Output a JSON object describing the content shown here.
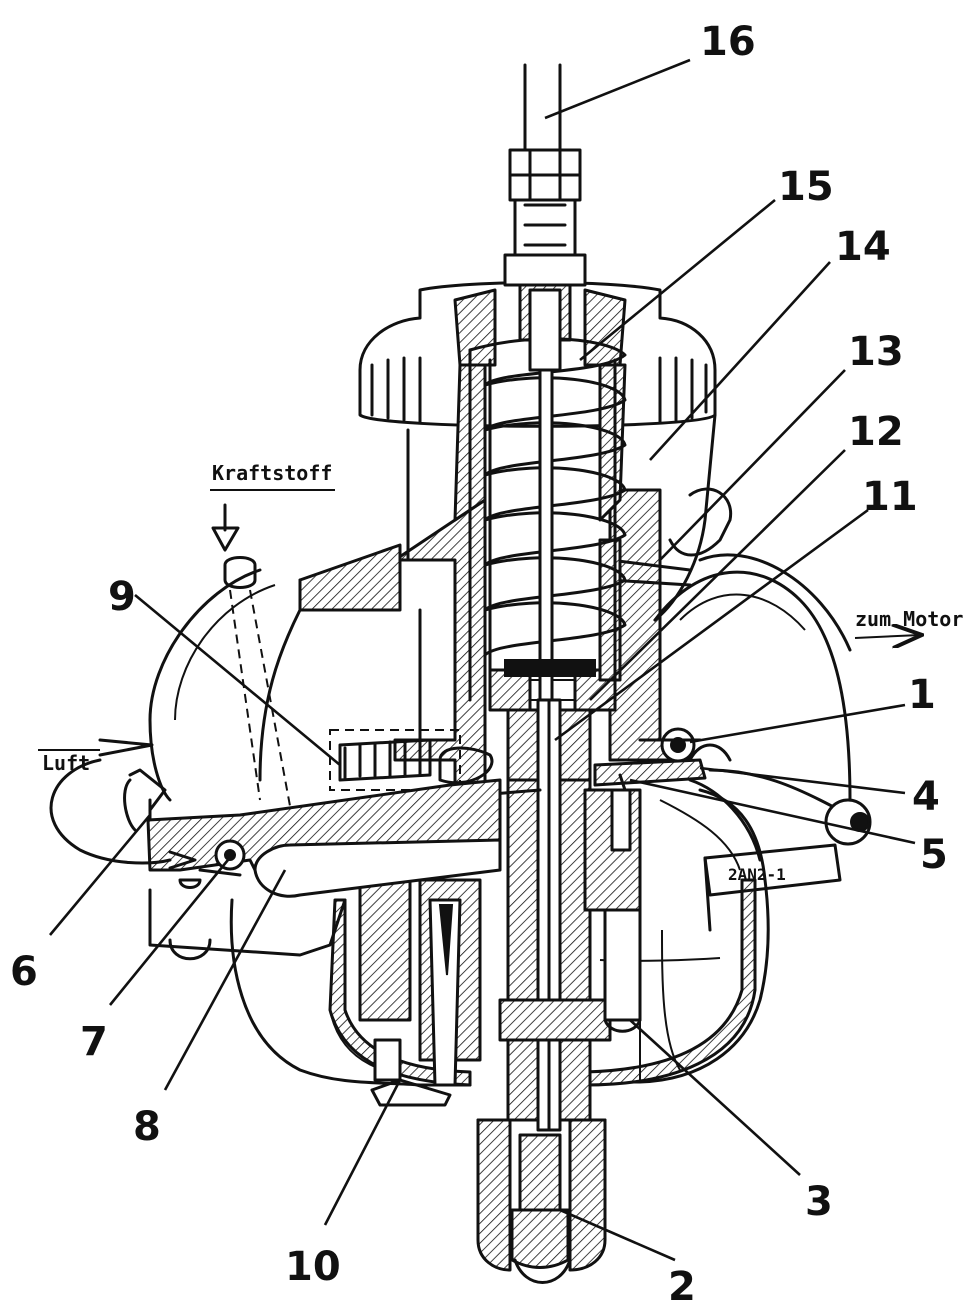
{
  "labels": {
    "fuel": "Kraftstoff",
    "air": "Luft",
    "to_engine": "zum Motor",
    "plate": "2AN2-1"
  },
  "callouts": [
    "1",
    "2",
    "3",
    "4",
    "5",
    "6",
    "7",
    "8",
    "9",
    "10",
    "11",
    "12",
    "13",
    "14",
    "15",
    "16"
  ],
  "colors": {
    "ink": "#111111",
    "paper": "#ffffff"
  }
}
